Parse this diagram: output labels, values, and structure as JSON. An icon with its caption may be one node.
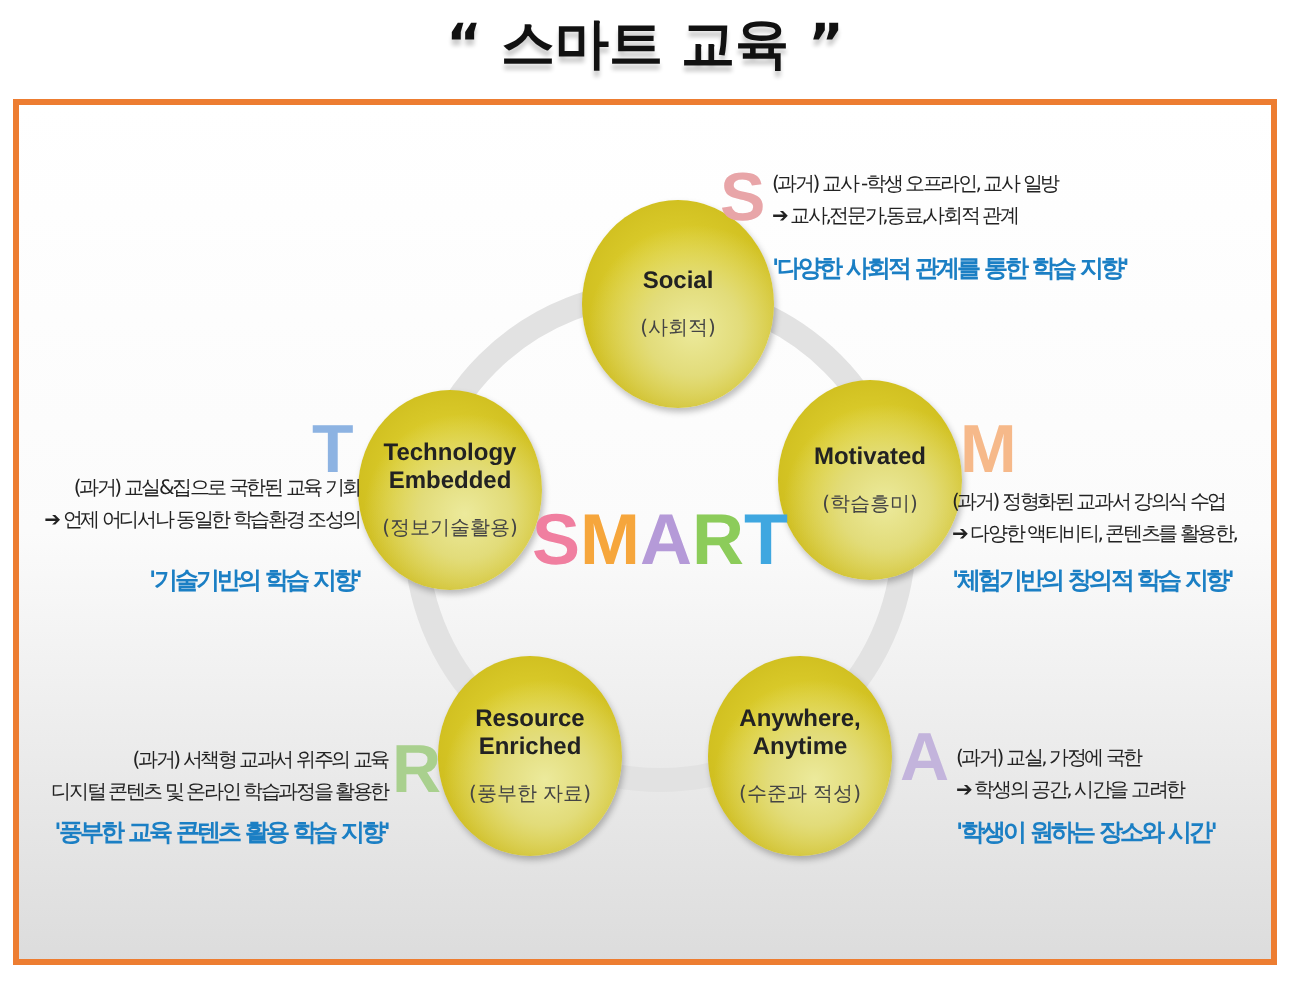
{
  "diagram": {
    "title": "“ 스마트 교육 ”",
    "nodes": [
      {
        "text": [
          "Social",
          "(사회적)"
        ],
        "beside": [
          "S",
          "(과거) 교사 -학생 오프라인, 교사 일방",
          "➔ 교사,전문가,동료,사회적 관계",
          "'다양한 사회적 관계를 통한 학습 지향'"
        ]
      },
      {
        "text": [
          "Technology Embedded",
          "(정보기술활용)"
        ],
        "beside": [
          "T",
          "(과거) 교실&집으로 국한된 교육 기회",
          "➔ 언제 어디서나 동일한 학습환경 조성의",
          "'기술기반의 학습 지향'"
        ]
      },
      {
        "text": [
          "Motivated",
          "(학습흥미)"
        ],
        "beside": [
          "M",
          "(과거) 정형화된 교과서 강의식 수업",
          "➔ 다양한 액티비티, 콘텐츠를 활용한,",
          "'체험기반의 창의적 학습 지향'"
        ]
      },
      {
        "text": [
          "Resource Enriched",
          "(풍부한 자료)"
        ],
        "beside": [
          "R",
          "(과거) 서책형 교과서 위주의 교육",
          "디지털 콘텐츠 및 온라인 학습과정을 활용한",
          "'풍부한 교육 콘텐츠 활용 학습 지향'"
        ]
      },
      {
        "text": [
          "Anywhere, Anytime",
          "(수준과 적성)"
        ],
        "beside": [
          "A",
          "(과거) 교실, 가정에 국한",
          "➔ 학생의 공간, 시간을 고려한",
          "'학생이 원하는 장소와 시간'"
        ]
      }
    ],
    "labels": [
      "SMART"
    ]
  }
}
